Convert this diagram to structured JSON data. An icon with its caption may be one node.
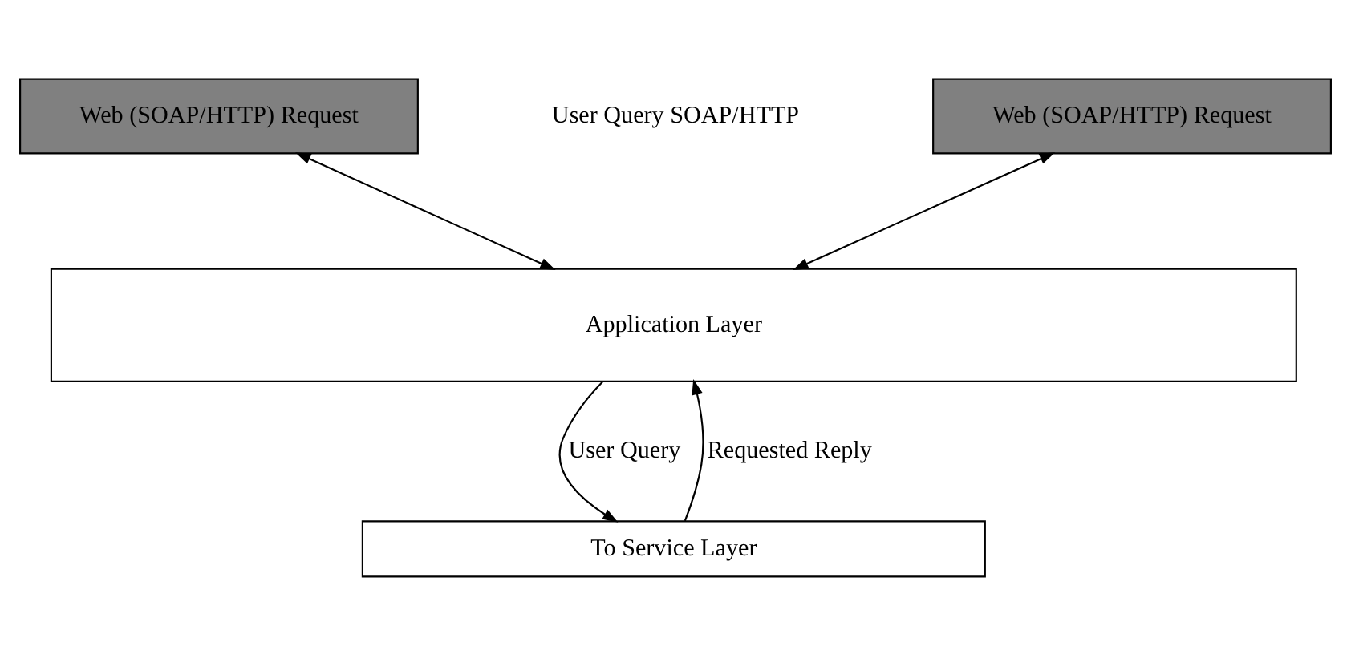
{
  "diagram": {
    "nodes": [
      {
        "text": [
          "Web (SOAP/HTTP) Request"
        ]
      },
      {
        "text": [
          "Web (SOAP/HTTP) Request"
        ]
      },
      {
        "text": [
          "Application Layer"
        ]
      },
      {
        "text": [
          "To Service Layer"
        ]
      }
    ],
    "edges": [
      {
        "from": 0,
        "to": 2,
        "arrow": "both"
      },
      {
        "from": 1,
        "to": 2,
        "arrow": "both"
      },
      {
        "from": 3,
        "to": 2,
        "arrow": "to",
        "label": "Requested Reply"
      },
      {
        "from": 2,
        "to": 3,
        "arrow": "to",
        "label": "User Query"
      }
    ],
    "labels": [
      "User Query SOAP/HTTP"
    ]
  }
}
